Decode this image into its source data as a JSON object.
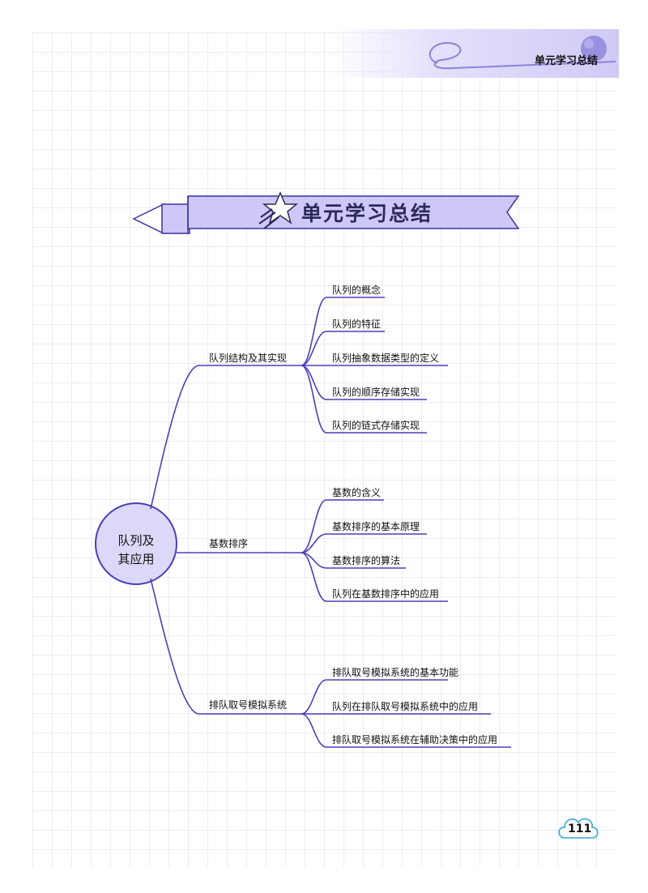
{
  "header": {
    "title": "单元学习总结"
  },
  "banner": {
    "title": "单元学习总结"
  },
  "mindmap": {
    "root": "队列及其应用",
    "root_lines": [
      "队列及",
      "其应用"
    ],
    "branches": [
      {
        "label": "队列结构及其实现",
        "children": [
          "队列的概念",
          "队列的特征",
          "队列抽象数据类型的定义",
          "队列的顺序存储实现",
          "队列的链式存储实现"
        ]
      },
      {
        "label": "基数排序",
        "children": [
          "基数的含义",
          "基数排序的基本原理",
          "基数排序的算法",
          "队列在基数排序中的应用"
        ]
      },
      {
        "label": "排队取号模拟系统",
        "children": [
          "排队取号模拟系统的基本功能",
          "队列在排队取号模拟系统中的应用",
          "排队取号模拟系统在辅助决策中的应用"
        ]
      }
    ]
  },
  "footer": {
    "page_number": "111"
  },
  "colors": {
    "line": "#4a3fb8",
    "banner_fill": "#cdc8f5",
    "hub_fill": "#dcd8f8",
    "cloud_stroke": "#3aa6d8"
  }
}
